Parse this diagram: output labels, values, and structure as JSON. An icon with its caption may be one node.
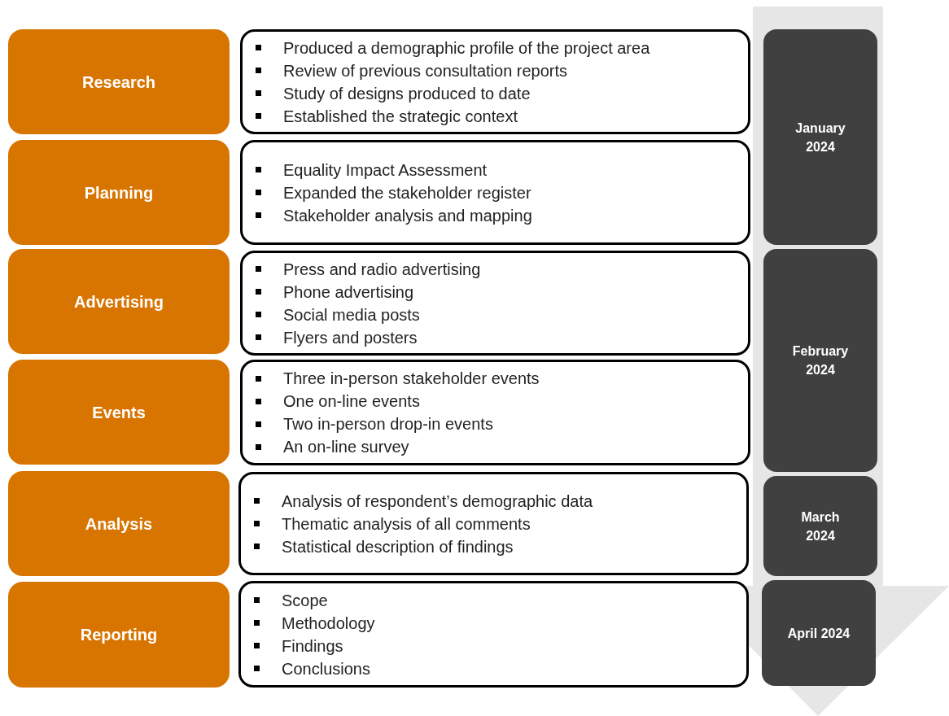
{
  "diagram": {
    "nodes": [
      {
        "text": [
          "Research"
        ]
      },
      {
        "text": [
          "Produced a demographic profile of the project area",
          "Review of previous consultation reports",
          "Study of designs produced to date",
          "Established the strategic context"
        ]
      },
      {
        "text": [
          "January 2024"
        ]
      },
      {
        "text": [
          "Planning"
        ]
      },
      {
        "text": [
          "Equality Impact Assessment",
          "Expanded the stakeholder register",
          "Stakeholder analysis and mapping"
        ]
      },
      {
        "text": [
          "Advertising"
        ]
      },
      {
        "text": [
          "Press and radio advertising",
          "Phone advertising",
          "Social media posts",
          "Flyers and posters"
        ]
      },
      {
        "text": [
          "February 2024"
        ]
      },
      {
        "text": [
          "Events"
        ]
      },
      {
        "text": [
          "Three in-person stakeholder events",
          "One on-line events",
          "Two in-person drop-in events",
          "An on-line survey"
        ]
      },
      {
        "text": [
          "Analysis"
        ]
      },
      {
        "text": [
          "Analysis of respondent’s demographic data",
          "Thematic analysis of all comments",
          "Statistical description of findings"
        ]
      },
      {
        "text": [
          "March 2024"
        ]
      },
      {
        "text": [
          "Reporting"
        ]
      },
      {
        "text": [
          "Scope",
          "Methodology",
          "Findings",
          "Conclusions"
        ]
      },
      {
        "text": [
          "April 2024"
        ]
      }
    ]
  }
}
